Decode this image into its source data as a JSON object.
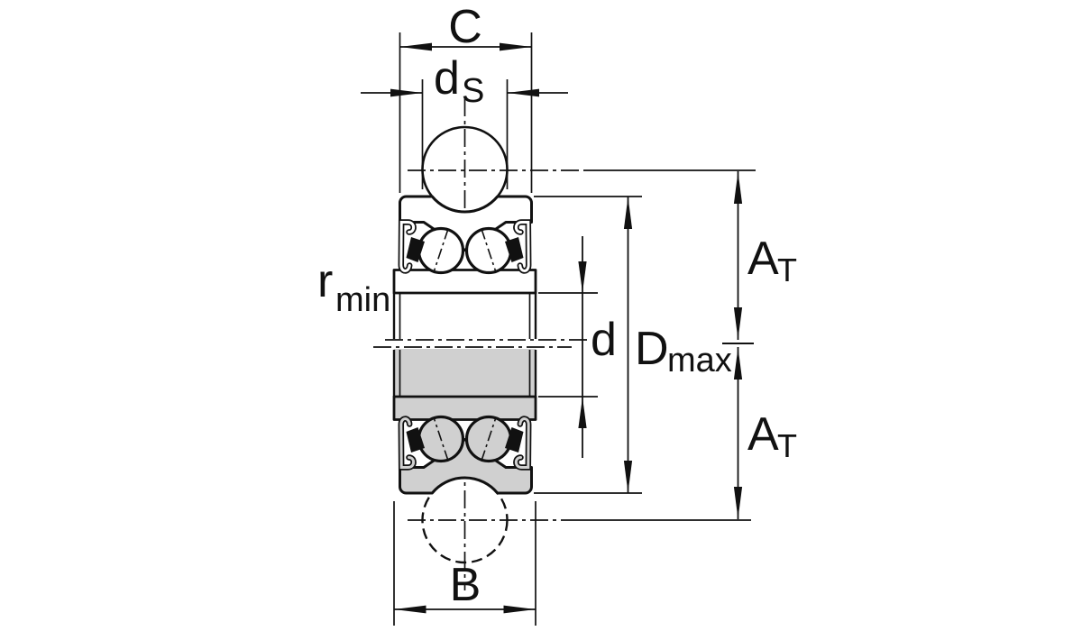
{
  "diagram": {
    "title": "track-roller-bearing-cross-section",
    "labels": {
      "outer_ring_width": "C",
      "shaft_dia_base": "d",
      "shaft_dia_sub": "S",
      "fillet_base": "r",
      "fillet_sub": "min",
      "bore_diameter": "d",
      "outside_dia_base": "D",
      "outside_dia_sub": "max",
      "axial_base": "A",
      "axial_sub": "T",
      "inner_ring_width": "B"
    },
    "colors": {
      "line": "#111111",
      "metal_shade": "#d0d0d0",
      "background": "#ffffff"
    }
  }
}
